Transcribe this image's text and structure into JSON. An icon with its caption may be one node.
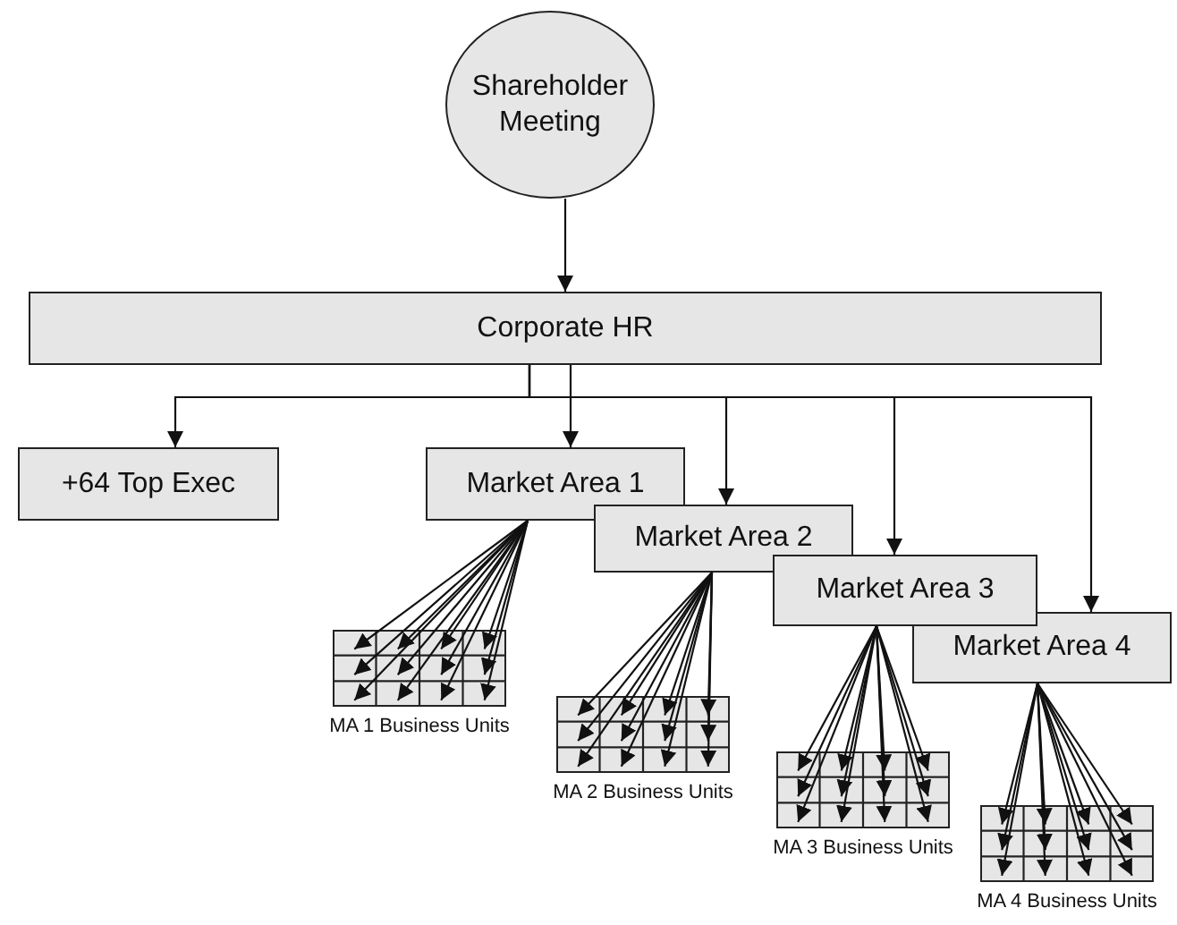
{
  "diagram": {
    "nodes": [
      {
        "text": [
          "Shareholder Meeting"
        ]
      },
      {
        "text": [
          "Corporate HR"
        ]
      },
      {
        "text": [
          "+64 Top Exec"
        ]
      },
      {
        "text": [
          "Market Area 1"
        ]
      },
      {
        "text": [
          "Market Area 2"
        ]
      },
      {
        "text": [
          "Market Area 3"
        ]
      },
      {
        "text": [
          "Market Area 4"
        ]
      },
      {
        "text": [],
        "shape": "grid",
        "beside": [
          "MA 1 Business Units"
        ]
      },
      {
        "text": [],
        "shape": "grid",
        "beside": [
          "MA 2 Business Units"
        ]
      },
      {
        "text": [],
        "shape": "grid",
        "beside": [
          "MA 3 Business Units"
        ]
      },
      {
        "text": [],
        "shape": "grid",
        "beside": [
          "MA 4 Business Units"
        ]
      }
    ],
    "edges": [
      {
        "from": 0,
        "to": 1,
        "arrow": "to"
      },
      {
        "from": 1,
        "to": 2,
        "arrow": "to"
      },
      {
        "from": 1,
        "to": 3,
        "arrow": "to"
      },
      {
        "from": 1,
        "to": 4,
        "arrow": "to"
      },
      {
        "from": 1,
        "to": 5,
        "arrow": "to"
      },
      {
        "from": 1,
        "to": 6,
        "arrow": "to"
      },
      {
        "from": 3,
        "to": 7,
        "arrow": "to"
      },
      {
        "from": 3,
        "to": 7,
        "arrow": "to"
      },
      {
        "from": 3,
        "to": 7,
        "arrow": "to"
      },
      {
        "from": 3,
        "to": 7,
        "arrow": "to"
      },
      {
        "from": 3,
        "to": 7,
        "arrow": "to"
      },
      {
        "from": 3,
        "to": 7,
        "arrow": "to"
      },
      {
        "from": 3,
        "to": 7,
        "arrow": "to"
      },
      {
        "from": 3,
        "to": 7,
        "arrow": "to"
      },
      {
        "from": 3,
        "to": 7,
        "arrow": "to"
      },
      {
        "from": 3,
        "to": 7,
        "arrow": "to"
      },
      {
        "from": 3,
        "to": 7,
        "arrow": "to"
      },
      {
        "from": 3,
        "to": 7,
        "arrow": "to"
      },
      {
        "from": 4,
        "to": 8,
        "arrow": "to"
      },
      {
        "from": 4,
        "to": 8,
        "arrow": "to"
      },
      {
        "from": 4,
        "to": 8,
        "arrow": "to"
      },
      {
        "from": 4,
        "to": 8,
        "arrow": "to"
      },
      {
        "from": 4,
        "to": 8,
        "arrow": "to"
      },
      {
        "from": 4,
        "to": 8,
        "arrow": "to"
      },
      {
        "from": 4,
        "to": 8,
        "arrow": "to"
      },
      {
        "from": 4,
        "to": 8,
        "arrow": "to"
      },
      {
        "from": 4,
        "to": 8,
        "arrow": "to"
      },
      {
        "from": 4,
        "to": 8,
        "arrow": "to"
      },
      {
        "from": 4,
        "to": 8,
        "arrow": "to"
      },
      {
        "from": 4,
        "to": 8,
        "arrow": "to"
      },
      {
        "from": 5,
        "to": 9,
        "arrow": "to"
      },
      {
        "from": 5,
        "to": 9,
        "arrow": "to"
      },
      {
        "from": 5,
        "to": 9,
        "arrow": "to"
      },
      {
        "from": 5,
        "to": 9,
        "arrow": "to"
      },
      {
        "from": 5,
        "to": 9,
        "arrow": "to"
      },
      {
        "from": 5,
        "to": 9,
        "arrow": "to"
      },
      {
        "from": 5,
        "to": 9,
        "arrow": "to"
      },
      {
        "from": 5,
        "to": 9,
        "arrow": "to"
      },
      {
        "from": 5,
        "to": 9,
        "arrow": "to"
      },
      {
        "from": 5,
        "to": 9,
        "arrow": "to"
      },
      {
        "from": 5,
        "to": 9,
        "arrow": "to"
      },
      {
        "from": 5,
        "to": 9,
        "arrow": "to"
      },
      {
        "from": 6,
        "to": 10,
        "arrow": "to"
      },
      {
        "from": 6,
        "to": 10,
        "arrow": "to"
      },
      {
        "from": 6,
        "to": 10,
        "arrow": "to"
      },
      {
        "from": 6,
        "to": 10,
        "arrow": "to"
      },
      {
        "from": 6,
        "to": 10,
        "arrow": "to"
      },
      {
        "from": 6,
        "to": 10,
        "arrow": "to"
      },
      {
        "from": 6,
        "to": 10,
        "arrow": "to"
      },
      {
        "from": 6,
        "to": 10,
        "arrow": "to"
      },
      {
        "from": 6,
        "to": 10,
        "arrow": "to"
      },
      {
        "from": 6,
        "to": 10,
        "arrow": "to"
      },
      {
        "from": 6,
        "to": 10,
        "arrow": "to"
      },
      {
        "from": 6,
        "to": 10,
        "arrow": "to"
      }
    ]
  }
}
